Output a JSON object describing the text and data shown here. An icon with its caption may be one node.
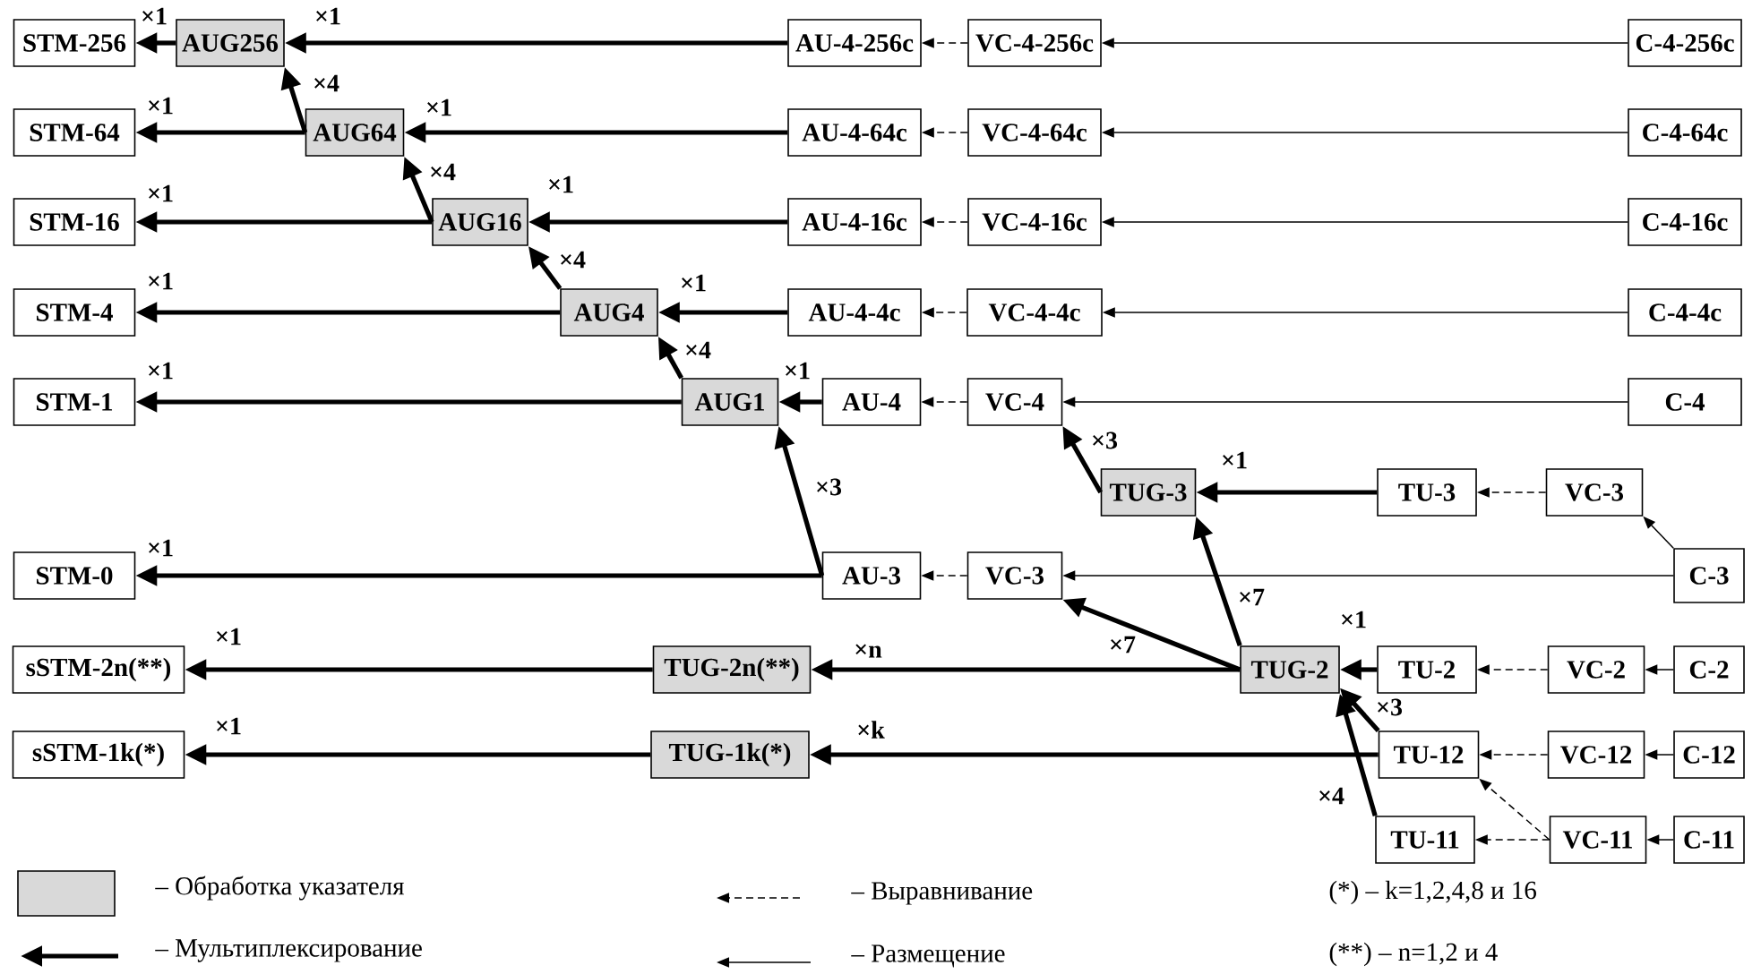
{
  "diagram": {
    "nodes": [
      {
        "text": [
          "STM-256"
        ]
      },
      {
        "text": [
          "AUG256"
        ]
      },
      {
        "text": [
          "AU-4-256c"
        ]
      },
      {
        "text": [
          "VC-4-256c"
        ]
      },
      {
        "text": [
          "C-4-256c"
        ]
      },
      {
        "text": [
          "STM-64"
        ]
      },
      {
        "text": [
          "AUG64"
        ]
      },
      {
        "text": [
          "AU-4-64c"
        ]
      },
      {
        "text": [
          "VC-4-64c"
        ]
      },
      {
        "text": [
          "C-4-64c"
        ]
      },
      {
        "text": [
          "STM-16"
        ]
      },
      {
        "text": [
          "AUG16"
        ]
      },
      {
        "text": [
          "AU-4-16c"
        ]
      },
      {
        "text": [
          "VC-4-16c"
        ]
      },
      {
        "text": [
          "C-4-16c"
        ]
      },
      {
        "text": [
          "STM-4"
        ]
      },
      {
        "text": [
          "AUG4"
        ]
      },
      {
        "text": [
          "AU-4-4c"
        ]
      },
      {
        "text": [
          "VC-4-4c"
        ]
      },
      {
        "text": [
          "C-4-4c"
        ]
      },
      {
        "text": [
          "STM-1"
        ]
      },
      {
        "text": [
          "AUG1"
        ]
      },
      {
        "text": [
          "AU-4"
        ]
      },
      {
        "text": [
          "VC-4"
        ]
      },
      {
        "text": [
          "C-4"
        ]
      },
      {
        "text": [
          "TUG-3"
        ]
      },
      {
        "text": [
          "TU-3"
        ]
      },
      {
        "text": [
          "VC-3"
        ]
      },
      {
        "text": [
          "STM-0"
        ]
      },
      {
        "text": [
          "AU-3"
        ]
      },
      {
        "text": [
          "VC-3"
        ]
      },
      {
        "text": [
          "C-3"
        ]
      },
      {
        "text": [
          "sSTM-2n(**)"
        ]
      },
      {
        "text": [
          "TUG-2n(**)"
        ]
      },
      {
        "text": [
          "TUG-2"
        ]
      },
      {
        "text": [
          "TU-2"
        ]
      },
      {
        "text": [
          "VC-2"
        ]
      },
      {
        "text": [
          "C-2"
        ]
      },
      {
        "text": [
          "sSTM-1k(*)"
        ]
      },
      {
        "text": [
          "TUG-1k(*)"
        ]
      },
      {
        "text": [
          "TU-12"
        ]
      },
      {
        "text": [
          "VC-12"
        ]
      },
      {
        "text": [
          "C-12"
        ]
      },
      {
        "text": [
          "TU-11"
        ]
      },
      {
        "text": [
          "VC-11"
        ]
      },
      {
        "text": [
          "C-11"
        ]
      }
    ],
    "edges": [
      {
        "from": 1,
        "to": 0,
        "arrow": "to",
        "label": "×1"
      },
      {
        "from": 2,
        "to": 1,
        "arrow": "to",
        "label": "×1"
      },
      {
        "from": 3,
        "to": 2,
        "arrow": "to",
        "style": "dashed"
      },
      {
        "from": 4,
        "to": 3,
        "arrow": "to"
      },
      {
        "from": 6,
        "to": 1,
        "arrow": "to",
        "label": "×4"
      },
      {
        "from": 6,
        "to": 5,
        "arrow": "to",
        "label": "×1"
      },
      {
        "from": 7,
        "to": 6,
        "arrow": "to",
        "label": "×1"
      },
      {
        "from": 8,
        "to": 7,
        "arrow": "to",
        "style": "dashed"
      },
      {
        "from": 9,
        "to": 8,
        "arrow": "to"
      },
      {
        "from": 11,
        "to": 6,
        "arrow": "to",
        "label": "×4"
      },
      {
        "from": 11,
        "to": 10,
        "arrow": "to",
        "label": "×1"
      },
      {
        "from": 12,
        "to": 11,
        "arrow": "to",
        "label": "×1"
      },
      {
        "from": 13,
        "to": 12,
        "arrow": "to",
        "style": "dashed"
      },
      {
        "from": 14,
        "to": 13,
        "arrow": "to"
      },
      {
        "from": 16,
        "to": 11,
        "arrow": "to",
        "label": "×4"
      },
      {
        "from": 16,
        "to": 15,
        "arrow": "to",
        "label": "×1"
      },
      {
        "from": 17,
        "to": 16,
        "arrow": "to",
        "label": "×1"
      },
      {
        "from": 18,
        "to": 17,
        "arrow": "to",
        "style": "dashed"
      },
      {
        "from": 19,
        "to": 18,
        "arrow": "to"
      },
      {
        "from": 21,
        "to": 16,
        "arrow": "to",
        "label": "×4"
      },
      {
        "from": 21,
        "to": 20,
        "arrow": "to",
        "label": "×1"
      },
      {
        "from": 22,
        "to": 21,
        "arrow": "to",
        "label": "×1"
      },
      {
        "from": 23,
        "to": 22,
        "arrow": "to",
        "style": "dashed"
      },
      {
        "from": 24,
        "to": 23,
        "arrow": "to"
      },
      {
        "from": 25,
        "to": 23,
        "arrow": "to",
        "label": "×3"
      },
      {
        "from": 26,
        "to": 25,
        "arrow": "to",
        "label": "×1"
      },
      {
        "from": 27,
        "to": 26,
        "arrow": "to",
        "style": "dashed"
      },
      {
        "from": 31,
        "to": 27,
        "arrow": "to"
      },
      {
        "from": 29,
        "to": 21,
        "arrow": "to",
        "label": "×3"
      },
      {
        "from": 29,
        "to": 28,
        "arrow": "to",
        "label": "×1"
      },
      {
        "from": 30,
        "to": 29,
        "arrow": "to",
        "style": "dashed"
      },
      {
        "from": 31,
        "to": 30,
        "arrow": "to"
      },
      {
        "from": 34,
        "to": 25,
        "arrow": "to",
        "label": "×7"
      },
      {
        "from": 34,
        "to": 30,
        "arrow": "to",
        "label": "×7"
      },
      {
        "from": 34,
        "to": 33,
        "arrow": "to",
        "label": "×n"
      },
      {
        "from": 33,
        "to": 32,
        "arrow": "to",
        "label": "×1"
      },
      {
        "from": 35,
        "to": 34,
        "arrow": "to",
        "label": "×1"
      },
      {
        "from": 36,
        "to": 35,
        "arrow": "to",
        "style": "dashed"
      },
      {
        "from": 37,
        "to": 36,
        "arrow": "to"
      },
      {
        "from": 40,
        "to": 34,
        "arrow": "to",
        "label": "×3"
      },
      {
        "from": 43,
        "to": 34,
        "arrow": "to",
        "label": "×4"
      },
      {
        "from": 40,
        "to": 39,
        "arrow": "to",
        "label": "×k"
      },
      {
        "from": 39,
        "to": 38,
        "arrow": "to",
        "label": "×1"
      },
      {
        "from": 41,
        "to": 40,
        "arrow": "to",
        "style": "dashed"
      },
      {
        "from": 42,
        "to": 41,
        "arrow": "to"
      },
      {
        "from": 44,
        "to": 40,
        "arrow": "to",
        "style": "dashed"
      },
      {
        "from": 44,
        "to": 43,
        "arrow": "to",
        "style": "dashed"
      },
      {
        "from": 45,
        "to": 44,
        "arrow": "to"
      }
    ],
    "labels": [
      "(*) – k=1,2,4,8 и 16",
      "(**) – n=1,2 и 4"
    ],
    "legend": [
      {
        "text": "– Обработка указателя",
        "color": "#d9d9d9"
      },
      {
        "text": "– Мультиплексирование"
      },
      {
        "text": "– Выравнивание"
      },
      {
        "text": "– Размещение"
      }
    ]
  }
}
